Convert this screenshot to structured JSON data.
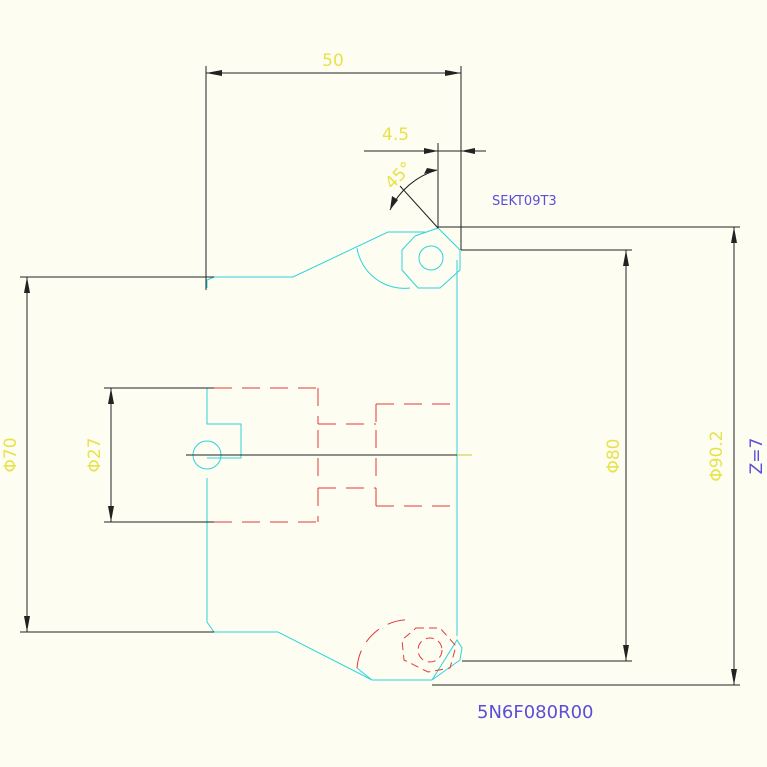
{
  "drawing": {
    "dimensions": {
      "width_top": "50",
      "chamfer": "4.5",
      "angle": "45°",
      "diameter_left_outer": "Φ70",
      "diameter_left_inner": "Φ27",
      "diameter_right_inner": "Φ80",
      "diameter_right_outer": "Φ90.2",
      "teeth_count": "Z=7"
    },
    "labels": {
      "insert_code": "SEKT09T3",
      "part_number": "5N6F080R00"
    },
    "colors": {
      "background": "#fdfdf2",
      "dimension_lines": "#222222",
      "cutter_outline": "#2fd3dc",
      "hidden_lines": "#e23b3b",
      "dimension_text": "#e8e24a",
      "label_text": "#5b4fd6"
    }
  }
}
